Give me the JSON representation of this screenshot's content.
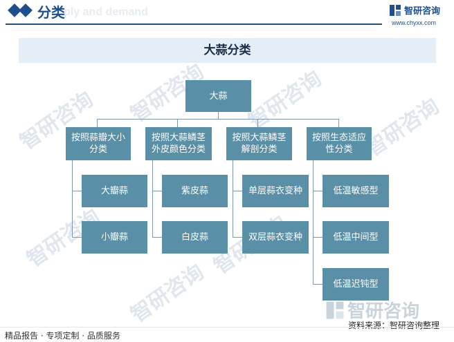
{
  "header": {
    "title": "分类",
    "ghost_text": "ply and demand",
    "brand_name": "智研咨询",
    "brand_url": "www.chyxx.com"
  },
  "band": {
    "title": "大蒜分类"
  },
  "root": "大蒜",
  "categories": [
    {
      "label": "按照蒜瓣大小分类",
      "items": [
        "大瓣蒜",
        "小瓣蒜"
      ]
    },
    {
      "label": "按照大蒜鳞茎外皮颜色分类",
      "items": [
        "紫皮蒜",
        "白皮蒜"
      ]
    },
    {
      "label": "按照大蒜鳞茎解剖分类",
      "items": [
        "单层蒜衣变种",
        "双层蒜衣变种"
      ]
    },
    {
      "label": "按照生态适应性分类",
      "items": [
        "低温敏感型",
        "低温中间型",
        "低温迟钝型"
      ]
    }
  ],
  "footer": {
    "left": "精品报告 · 专项定制 · 品质服务",
    "source": "资料来源：智研咨询整理",
    "watermark": "智研咨询"
  },
  "colors": {
    "node": "#5a8fa8",
    "accent": "#1d4e8f",
    "band": "#e4eef7",
    "connector": "#7d98ac"
  }
}
